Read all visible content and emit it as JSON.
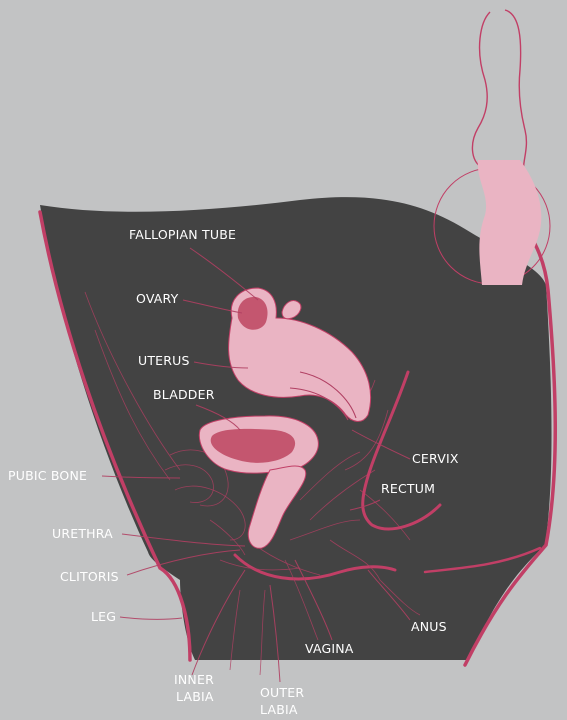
{
  "colors": {
    "background": "#c2c3c4",
    "body_fill": "#434343",
    "accent": "#c13f66",
    "organ_light": "#eab4c3",
    "organ_dark": "#c4566f",
    "label": "#ffffff"
  },
  "labels": {
    "fallopian_tube": "FALLOPIAN TUBE",
    "ovary": "OVARY",
    "uterus": "UTERUS",
    "bladder": "BLADDER",
    "cervix": "CERVIX",
    "rectum": "RECTUM",
    "pubic_bone": "PUBIC BONE",
    "urethra": "URETHRA",
    "clitoris": "CLITORIS",
    "leg": "LEG",
    "anus": "ANUS",
    "vagina": "VAGINA",
    "inner_labia_1": "INNER",
    "inner_labia_2": "LABIA",
    "outer_labia_1": "OUTER",
    "outer_labia_2": "LABIA"
  }
}
